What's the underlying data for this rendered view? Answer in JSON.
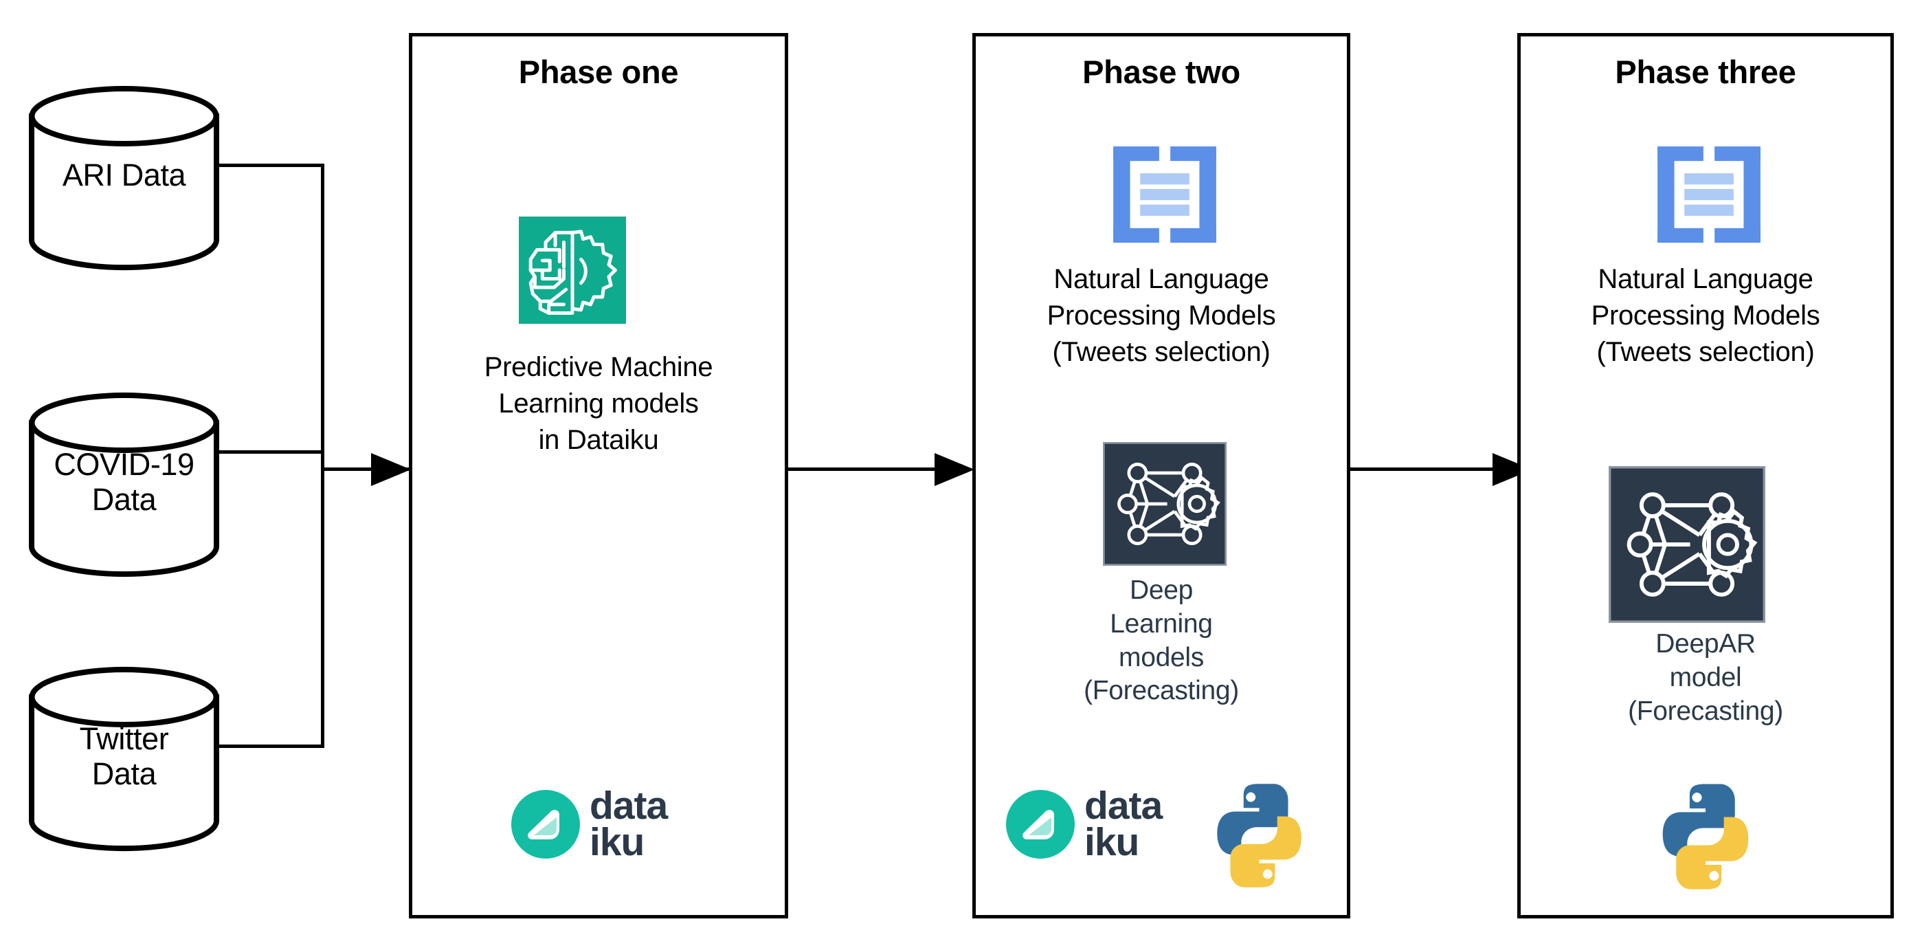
{
  "diagram": {
    "title": "Three-phase data science pipeline",
    "colors": {
      "teal": "#0fab8e",
      "navy": "#2b3949",
      "blue": "#5b8fe8",
      "blue_light": "#aecbf5",
      "python_blue": "#336d9e",
      "python_yellow": "#f6c council",
      "black": "#000000"
    }
  },
  "sources": [
    {
      "id": "ari",
      "label": "ARI Data"
    },
    {
      "id": "covid",
      "label": "COVID-19\nData"
    },
    {
      "id": "twitter",
      "label": "Twitter\nData"
    }
  ],
  "phases": [
    {
      "id": "phase-one",
      "title": "Phase one",
      "icons": [
        "brain-gear-icon"
      ],
      "caption": "Predictive Machine\nLearning models\nin Dataiku",
      "logos": [
        "dataiku-logo"
      ]
    },
    {
      "id": "phase-two",
      "title": "Phase two",
      "nlp_caption": "Natural Language\nProcessing Models\n(Tweets selection)",
      "model_caption": "Deep\nLearning\nmodels\n(Forecasting)",
      "icons": [
        "nlp-brackets-icon",
        "neural-network-gear-icon"
      ],
      "logos": [
        "dataiku-logo",
        "python-logo"
      ]
    },
    {
      "id": "phase-three",
      "title": "Phase three",
      "nlp_caption": "Natural Language\nProcessing Models\n(Tweets selection)",
      "model_caption": "DeepAR\nmodel\n(Forecasting)",
      "icons": [
        "nlp-brackets-icon",
        "neural-network-gear-icon"
      ],
      "logos": [
        "python-logo"
      ]
    }
  ],
  "logos": {
    "dataiku": {
      "line1": "data",
      "line2": "iku"
    }
  },
  "arrows": [
    {
      "id": "sources-to-phase-one",
      "from": "data-sources",
      "to": "phase-one"
    },
    {
      "id": "phase-one-to-phase-two",
      "from": "phase-one",
      "to": "phase-two"
    },
    {
      "id": "phase-two-to-phase-three",
      "from": "phase-two",
      "to": "phase-three"
    }
  ]
}
